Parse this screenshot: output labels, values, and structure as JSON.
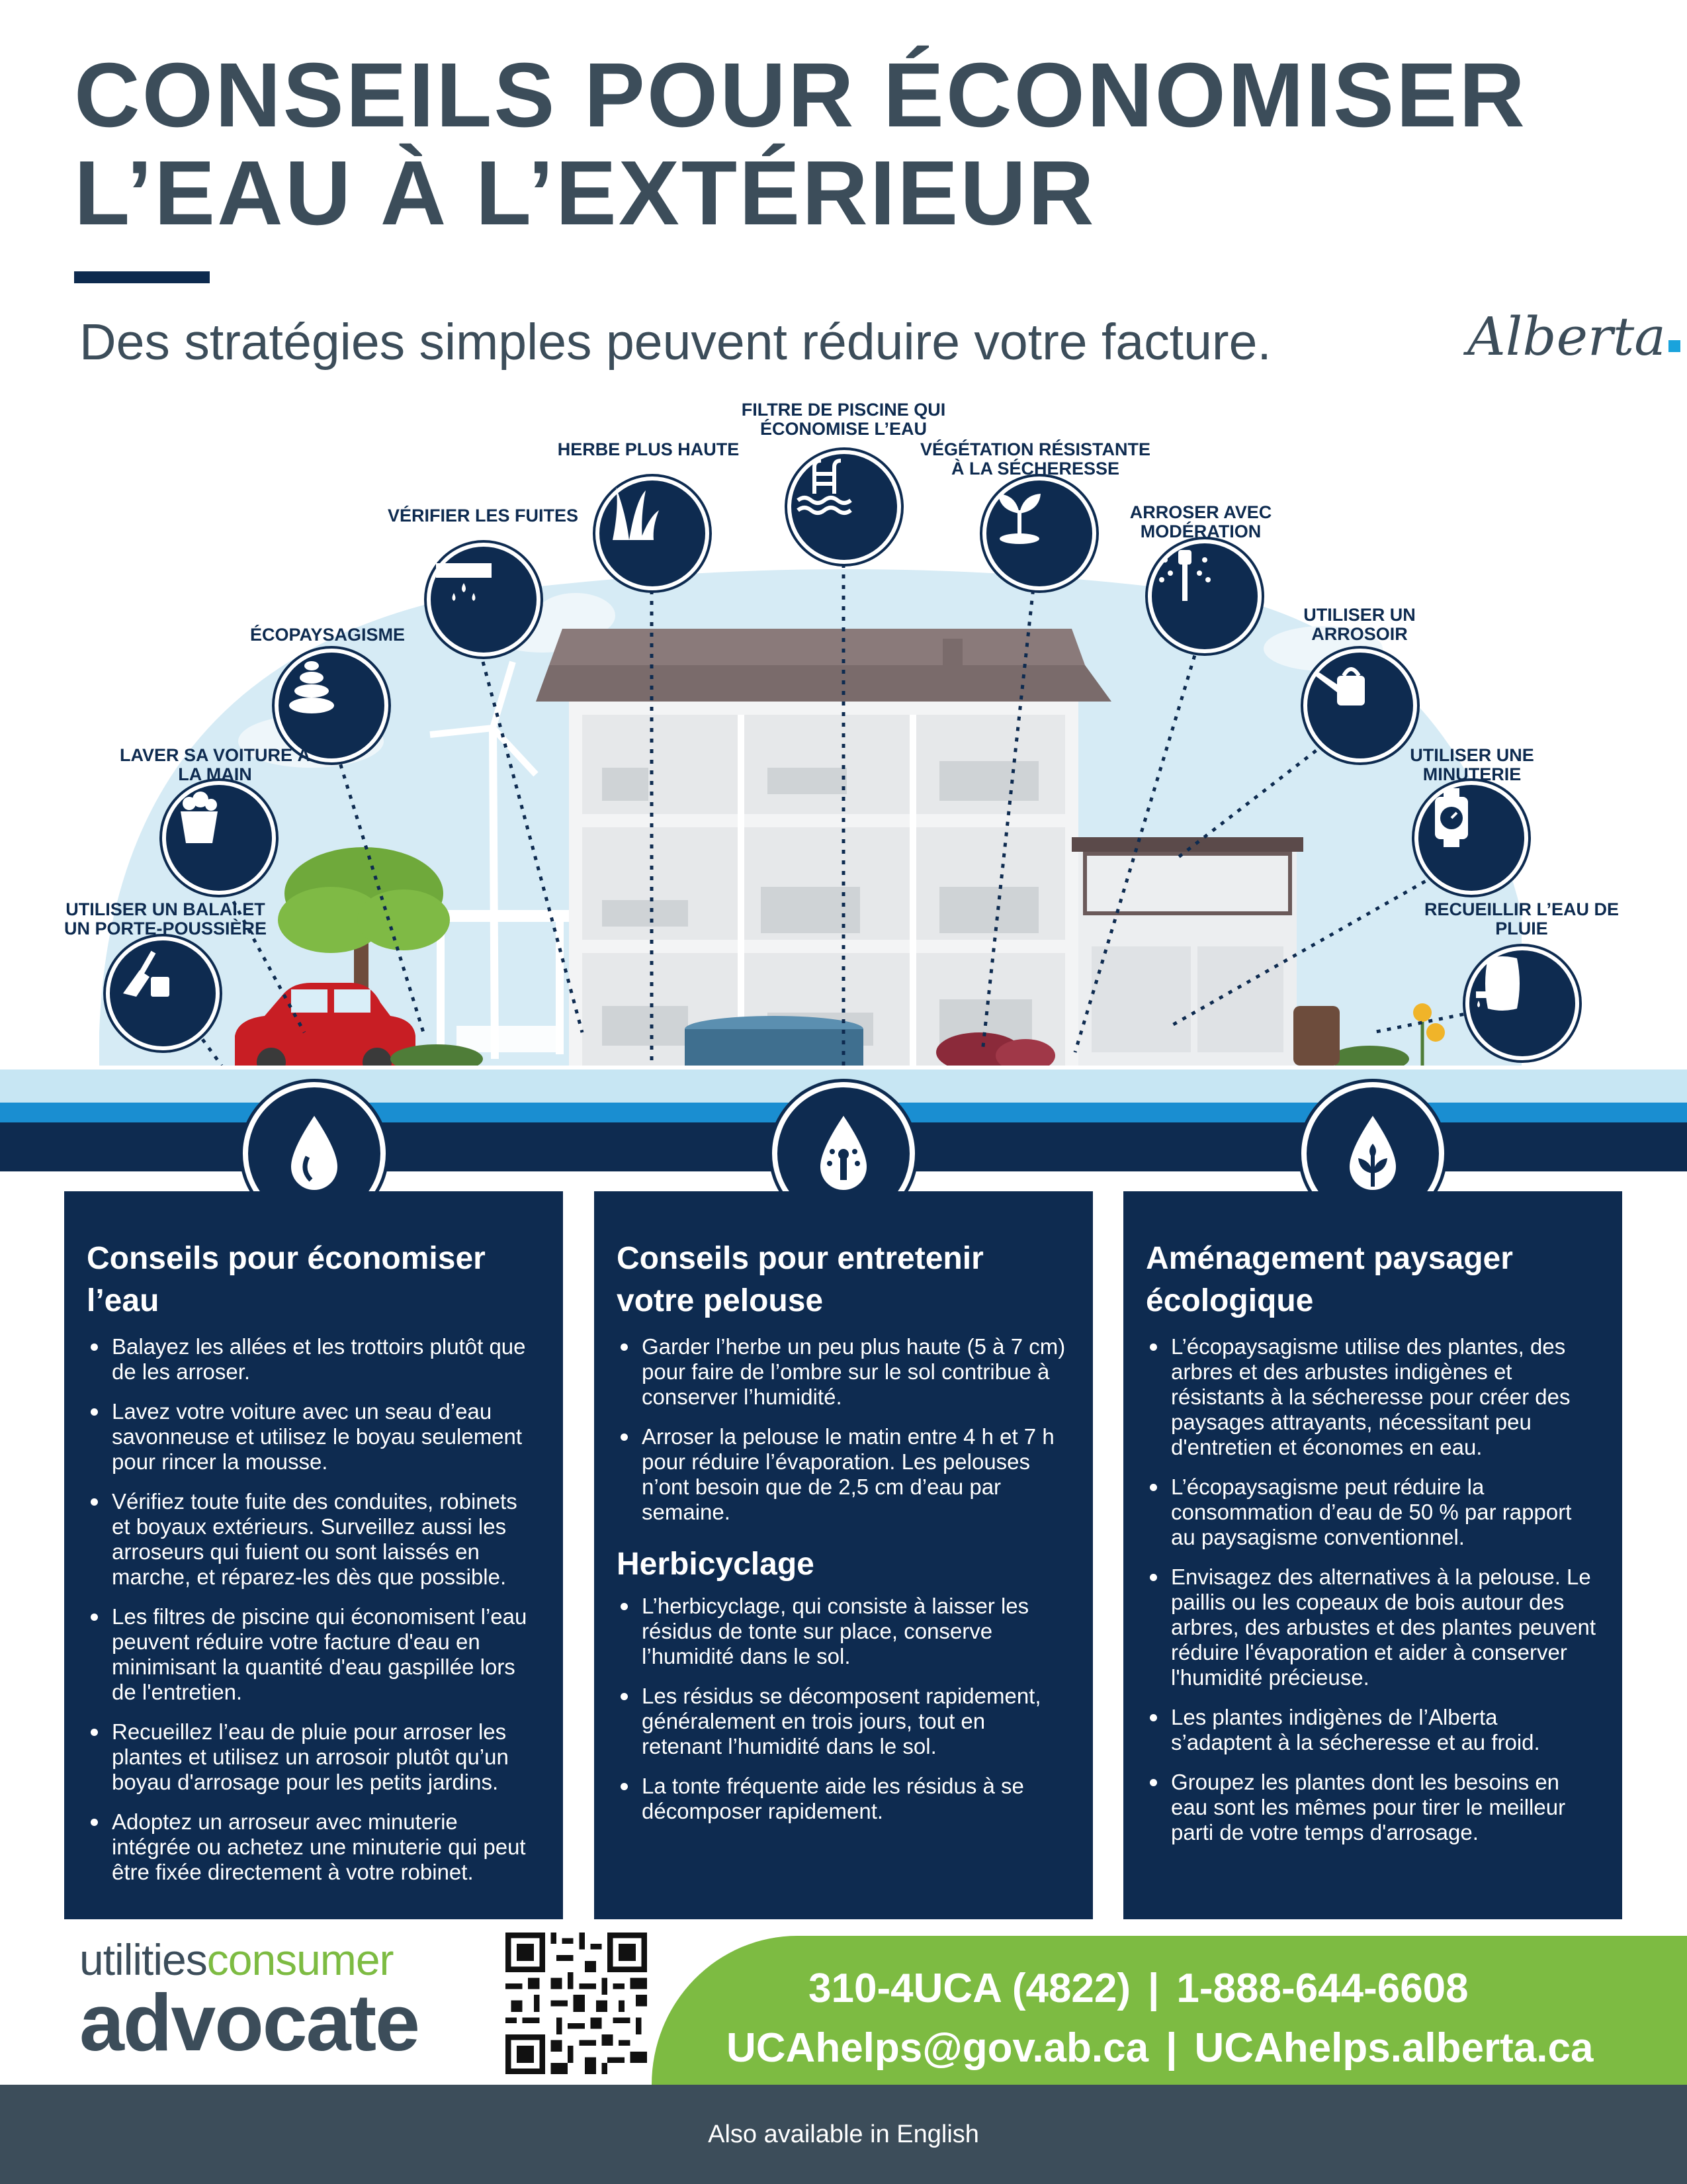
{
  "header": {
    "title_line1": "CONSEILS POUR ÉCONOMISER",
    "title_line2": "L’EAU À L’EXTÉRIEUR",
    "subtitle": "Des stratégies simples peuvent réduire votre facture.",
    "logo_text": "Alberta"
  },
  "tips": [
    {
      "label": "UTILISER UN BALAI ET UN PORTE-POUSSIÈRE",
      "icon": "broom-dustpan-icon"
    },
    {
      "label": "LAVER SA VOITURE À LA MAIN",
      "icon": "bucket-icon"
    },
    {
      "label": "ÉCOPAYSAGISME",
      "icon": "stones-icon"
    },
    {
      "label": "VÉRIFIER LES FUITES",
      "icon": "leaking-pipe-icon"
    },
    {
      "label": "HERBE PLUS HAUTE",
      "icon": "grass-icon"
    },
    {
      "label": "FILTRE DE PISCINE QUI ÉCONOMISE L’EAU",
      "icon": "pool-icon"
    },
    {
      "label": "VÉGÉTATION RÉSISTANTE À LA SÉCHERESSE",
      "icon": "plant-icon"
    },
    {
      "label": "ARROSER AVEC MODÉRATION",
      "icon": "sprinkler-icon"
    },
    {
      "label": "UTILISER UN ARROSOIR",
      "icon": "watering-can-icon"
    },
    {
      "label": "UTILISER UNE MINUTERIE",
      "icon": "timer-icon"
    },
    {
      "label": "RECUEILLIR L’EAU DE PLUIE",
      "icon": "rain-barrel-icon"
    }
  ],
  "columns": [
    {
      "heading": "Conseils pour économiser l’eau",
      "items": [
        "Balayez les allées et les trottoirs plutôt que de les arroser.",
        "Lavez votre voiture avec un seau d’eau savonneuse et utilisez le boyau seulement pour rincer la mousse.",
        "Vérifiez toute fuite des conduites, robinets et boyaux extérieurs. Surveillez aussi les arroseurs qui fuient ou sont laissés en marche, et réparez-les dès que possible.",
        "Les filtres de piscine qui économisent l’eau peuvent réduire votre facture d'eau en minimisant la quantité d'eau gaspillée lors de l'entretien.",
        "Recueillez l’eau de pluie pour arroser les plantes et utilisez un arrosoir plutôt qu’un boyau d'arrosage pour les petits jardins.",
        "Adoptez un arroseur avec minuterie intégrée ou achetez une minuterie qui peut être fixée directement à votre robinet."
      ]
    },
    {
      "heading": "Conseils pour entretenir votre pelouse",
      "items": [
        "Garder l’herbe un peu plus haute (5 à 7 cm) pour faire de l’ombre sur le sol contribue à conserver l’humidité.",
        "Arroser la pelouse le matin entre 4 h et 7 h pour réduire l’évaporation. Les pelouses n’ont besoin que de 2,5 cm d’eau par semaine."
      ],
      "subheading": "Herbicyclage",
      "subitems": [
        "L’herbicyclage, qui consiste à laisser les résidus de tonte sur place, conserve l’humidité dans le sol.",
        "Les résidus se décomposent rapidement, généralement en trois jours, tout en retenant l’humidité dans le sol.",
        "La tonte fréquente aide les résidus à se décomposer rapidement."
      ]
    },
    {
      "heading": "Aménagement paysager écologique",
      "items": [
        "L’écopaysagisme utilise des plantes, des arbres et des arbustes indigènes et résistants à la sécheresse pour créer des paysages attrayants, nécessitant peu d'entretien et économes en eau.",
        "L’écopaysagisme peut réduire la consommation d’eau de 50 % par rapport au paysagisme conventionnel.",
        "Envisagez des alternatives à la pelouse. Le paillis ou les copeaux de bois autour des arbres, des arbustes et des plantes peuvent réduire l'évaporation et aider à conserver l'humidité précieuse.",
        "Les plantes indigènes de l’Alberta s’adaptent à la sécheresse et au froid.",
        "Groupez les plantes dont les besoins en eau sont les mêmes pour tirer le meilleur parti de votre temps d'arrosage."
      ]
    }
  ],
  "section_icons": [
    "water-drop-icon",
    "sprinkler-drop-icon",
    "leaf-drop-icon"
  ],
  "footer": {
    "logo_word1": "utilities",
    "logo_word2": "consumer",
    "logo_word3": "advocate",
    "phone1": "310-4UCA (4822)",
    "phone2": "1-888-644-6608",
    "email": "UCAhelps@gov.ab.ca",
    "website": "UCAhelps.alberta.ca",
    "separator": "|",
    "language_note": "Also available in English"
  },
  "colors": {
    "navy": "#0e2b50",
    "slate": "#3c4d5a",
    "green": "#7dbb42",
    "blue": "#1a8ed1",
    "sky": "#d6ebf5"
  }
}
